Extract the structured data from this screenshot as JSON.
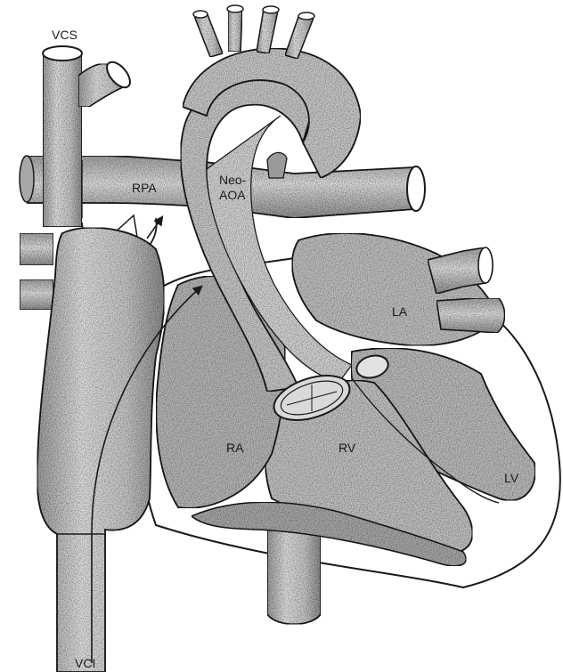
{
  "labels": {
    "vcs": "VCS",
    "rpa": "RPA",
    "neo_line1": "Neo-",
    "neo_line2": "AOA",
    "la": "LA",
    "ra": "RA",
    "rv": "RV",
    "lv": "LV",
    "vci": "VCI"
  },
  "colors": {
    "ink": "#1a1a1a",
    "vessel_fill": "#cfcfcf",
    "chamber_fill": "#bdbdbd",
    "dark_fill": "#9a9a9a",
    "background": "#ffffff"
  }
}
